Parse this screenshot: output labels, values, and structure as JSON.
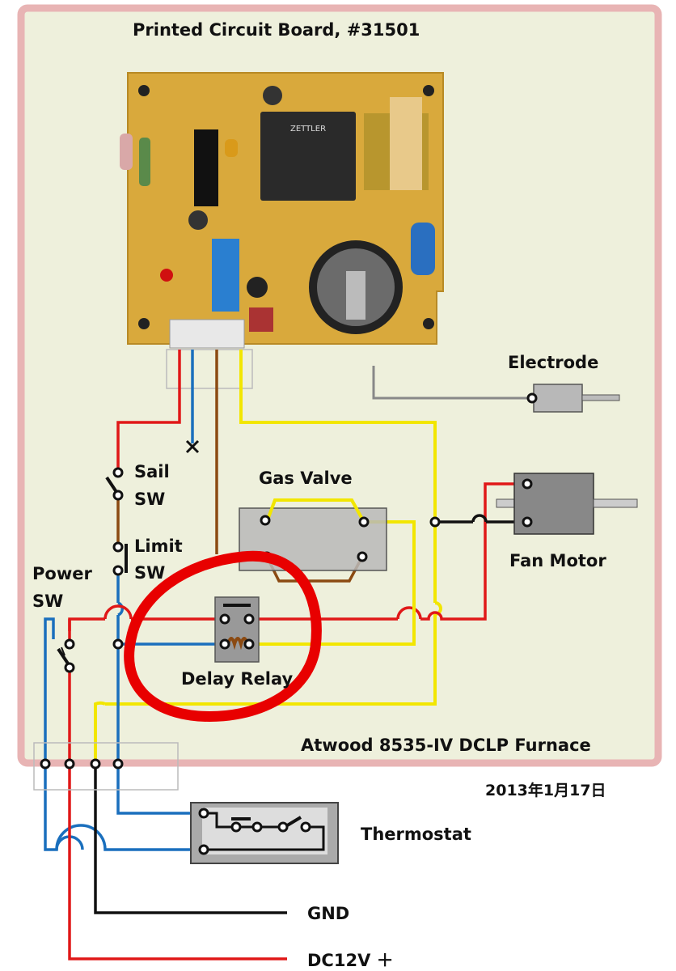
{
  "pcb_title": "Printed Circuit Board, #31501",
  "labels": {
    "electrode": "Electrode",
    "sail_sw_1": "Sail",
    "sail_sw_2": "SW",
    "limit_sw_1": "Limit",
    "limit_sw_2": "SW",
    "gas_valve": "Gas Valve",
    "fan_motor": "Fan Motor",
    "power_sw_1": "Power",
    "power_sw_2": "SW",
    "delay_relay": "Delay Relay",
    "furnace": "Atwood 8535-IV DCLP Furnace",
    "date": "2013年1月17日",
    "thermostat": "Thermostat",
    "gnd": "GND",
    "dc12v": "DC12V ＋"
  },
  "colors": {
    "frame": "#e8b4b4",
    "panel": "#eef0dc",
    "red_wire": "#e01818",
    "blue_wire": "#1a6fbd",
    "brown_wire": "#8b4a12",
    "yellow_wire": "#f2e600",
    "black_wire": "#111111",
    "pcb": "#d9a93c",
    "highlight": "#e80000"
  },
  "icons": [
    "pcb-photo",
    "relay-icon",
    "electrode-icon",
    "fan-motor-icon",
    "gas-valve-icon",
    "switch-icon"
  ]
}
